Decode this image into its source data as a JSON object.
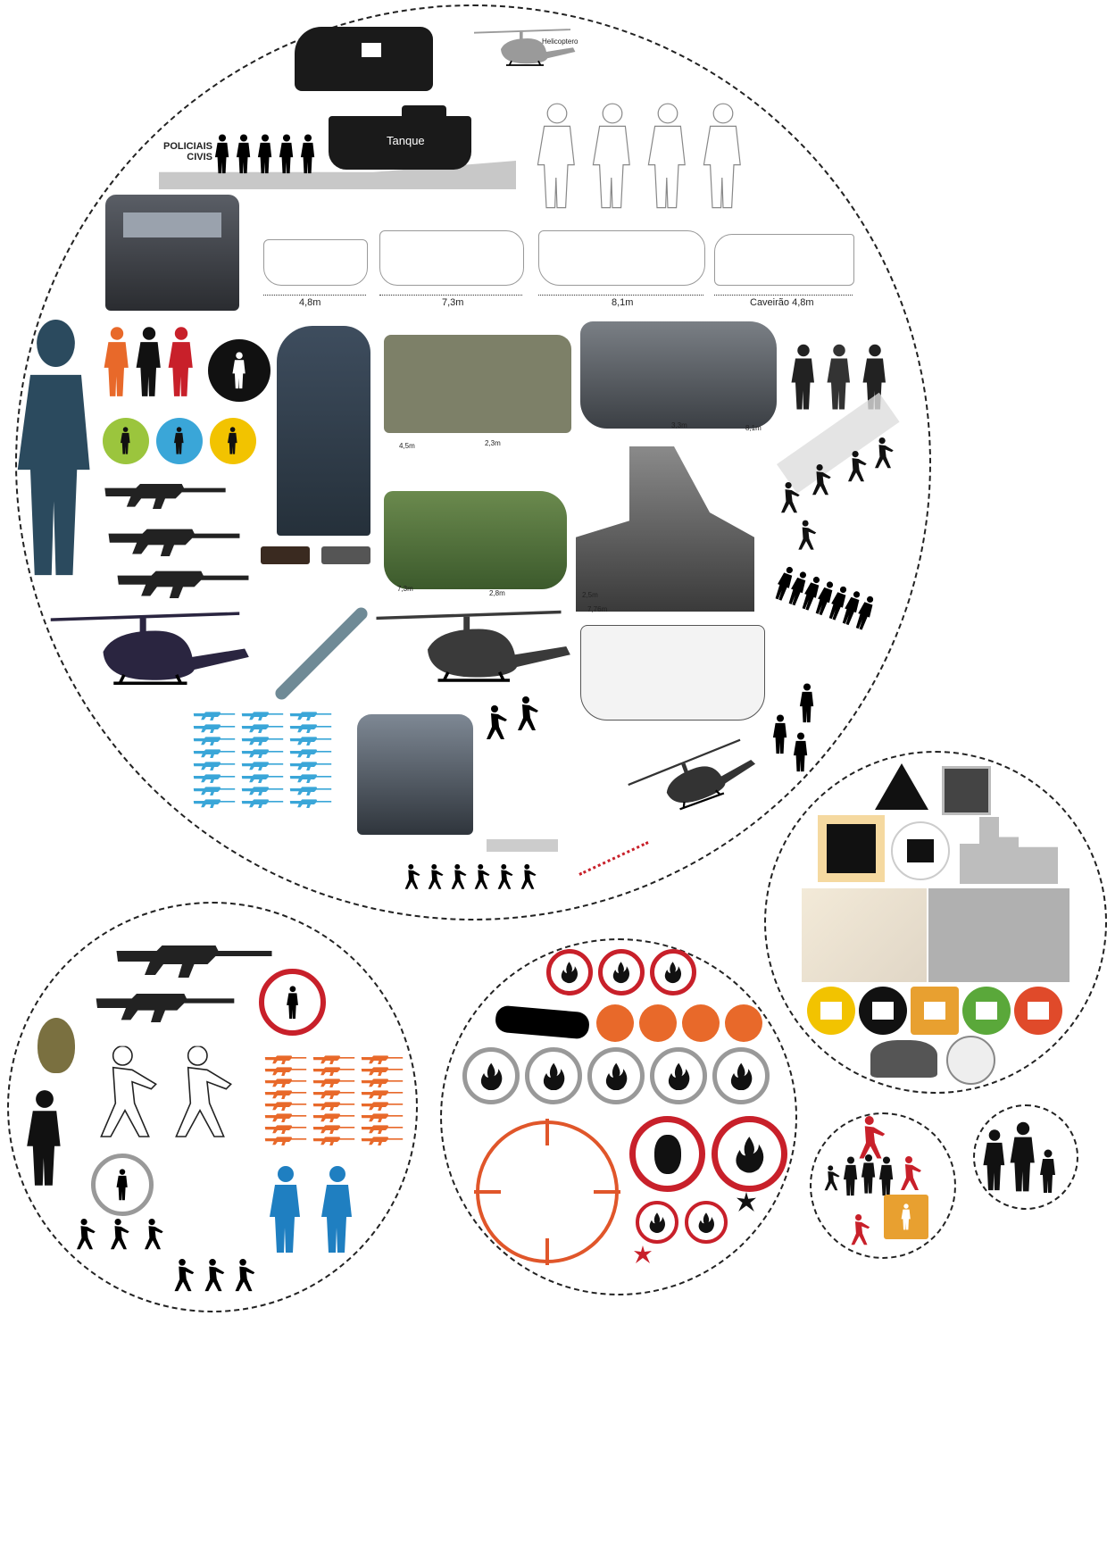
{
  "labels": {
    "helicopter": "Helicoptero",
    "civil_police": "POLICIAIS CIVIS",
    "tank": "Tanque"
  },
  "vehicle_dimensions": [
    {
      "label": "4,8m"
    },
    {
      "label": "7,3m"
    },
    {
      "label": "8,1m"
    },
    {
      "label": "Caveirão 4,8m"
    }
  ],
  "photo_dimensions": [
    "4,5m",
    "2,3m",
    "3,3m",
    "8,1m",
    "7,3m",
    "2,8m",
    "2,5m",
    "7,76m"
  ],
  "colors": {
    "danger_red": "#c8202a",
    "orange": "#e8692a",
    "blue": "#1f7fc1",
    "cyan": "#3aa6d8",
    "yellow": "#f2c300",
    "green": "#5aa83a"
  }
}
